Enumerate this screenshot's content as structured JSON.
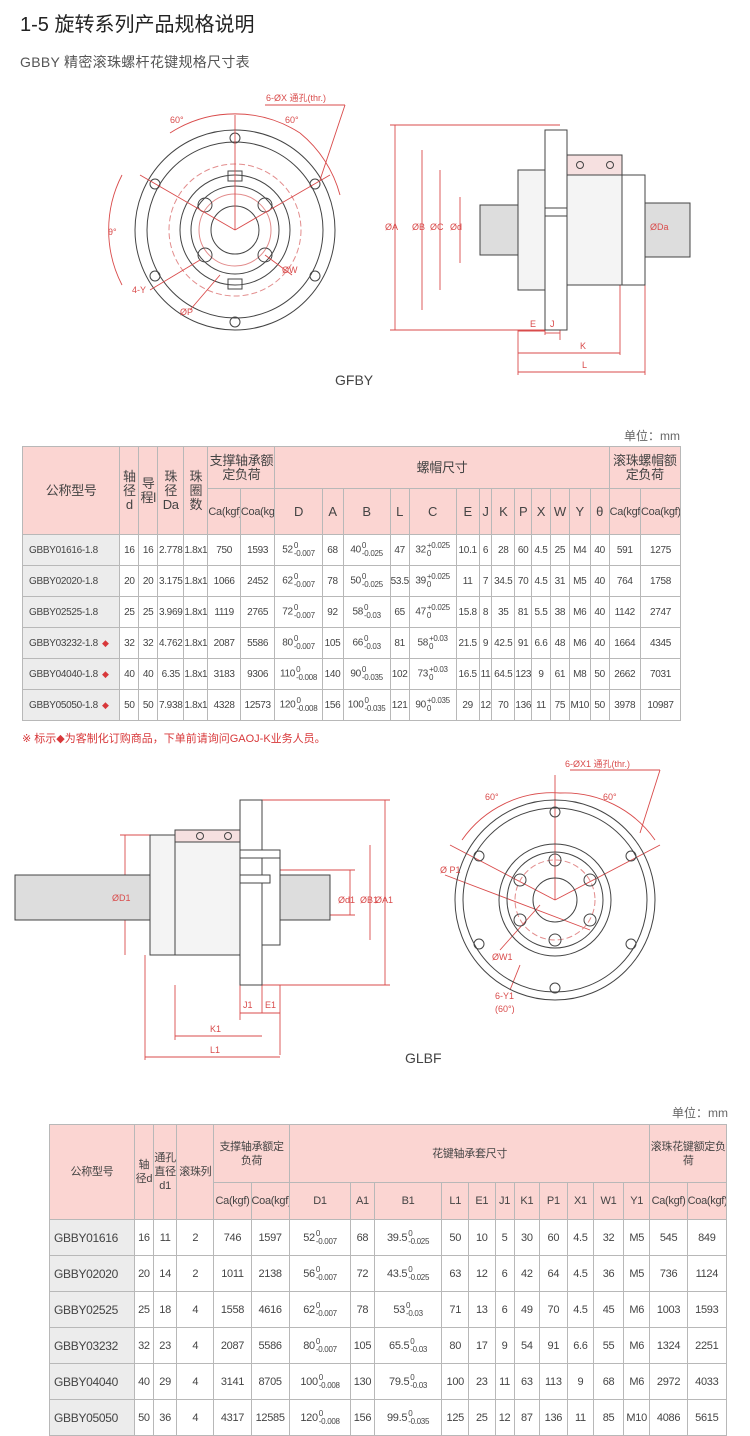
{
  "page": {
    "title": "1-5 旋转系列产品规格说明",
    "subtitle": "GBBY 精密滚珠螺杆花键规格尺寸表",
    "note": "※ 标示◆为客制化订购商品，下单前请询问GAOJ-K业务人员。",
    "custom_mark": "◆"
  },
  "drawing1": {
    "caption": "GFBY",
    "labels": {
      "hole": "6-ØX 通孔(thr.)",
      "angle_a": "60°",
      "angle_b": "60°",
      "theta": "θ°",
      "y": "4-Y",
      "p": "ØP",
      "w": "ØW",
      "a": "ØA",
      "b": "ØB",
      "c": "ØC",
      "d": "Ød",
      "da": "ØDa",
      "e": "E",
      "j": "J",
      "k": "K",
      "l": "L"
    }
  },
  "drawing2": {
    "caption": "GLBF",
    "labels": {
      "hole": "6-ØX1 通孔(thr.)",
      "angle_a": "60°",
      "angle_b": "60°",
      "p1": "Ø P1",
      "w1": "ØW1",
      "y1": "6-Y1",
      "y1_angle": "(60°)",
      "d1_outer": "ØD1",
      "d1": "Ød1",
      "b1": "ØB1",
      "a1": "ØA1",
      "j1": "J1",
      "e1": "E1",
      "k1": "K1",
      "l1": "L1"
    }
  },
  "table1": {
    "unit": "单位：mm",
    "headers": {
      "model": "公称型号",
      "shaft": "轴径d",
      "lead": "导程l",
      "ball": "珠径Da",
      "turns": "珠圈数",
      "support": "支撑轴承额定负荷",
      "nut": "螺帽尺寸",
      "rated": "滚珠螺帽额定负荷",
      "ca": "Ca(kgf)",
      "coa": "Coa(kgf)",
      "cols": [
        "D",
        "A",
        "B",
        "L",
        "C",
        "E",
        "J",
        "K",
        "P",
        "X",
        "W",
        "Y",
        "θ"
      ]
    },
    "rows": [
      {
        "model": "GBBY01616-1.8",
        "mark": "",
        "d": "16",
        "l": "16",
        "da": "2.778",
        "turns": "1.8x1",
        "ca1": "750",
        "coa1": "1593",
        "D": "52",
        "D_up": "0",
        "D_lo": "-0.007",
        "A": "68",
        "B": "40",
        "B_up": "0",
        "B_lo": "-0.025",
        "L": "47",
        "C": "32",
        "C_up": "+0.025",
        "C_lo": "0",
        "E": "10.1",
        "J": "6",
        "K": "28",
        "P": "60",
        "X": "4.5",
        "W": "25",
        "Y": "M4",
        "T": "40",
        "ca2": "591",
        "coa2": "1275"
      },
      {
        "model": "GBBY02020-1.8",
        "mark": "",
        "d": "20",
        "l": "20",
        "da": "3.175",
        "turns": "1.8x1",
        "ca1": "1066",
        "coa1": "2452",
        "D": "62",
        "D_up": "0",
        "D_lo": "-0.007",
        "A": "78",
        "B": "50",
        "B_up": "0",
        "B_lo": "-0.025",
        "L": "53.5",
        "C": "39",
        "C_up": "+0.025",
        "C_lo": "0",
        "E": "11",
        "J": "7",
        "K": "34.5",
        "P": "70",
        "X": "4.5",
        "W": "31",
        "Y": "M5",
        "T": "40",
        "ca2": "764",
        "coa2": "1758"
      },
      {
        "model": "GBBY02525-1.8",
        "mark": "",
        "d": "25",
        "l": "25",
        "da": "3.969",
        "turns": "1.8x1",
        "ca1": "1119",
        "coa1": "2765",
        "D": "72",
        "D_up": "0",
        "D_lo": "-0.007",
        "A": "92",
        "B": "58",
        "B_up": "0",
        "B_lo": "-0.03",
        "L": "65",
        "C": "47",
        "C_up": "+0.025",
        "C_lo": "0",
        "E": "15.8",
        "J": "8",
        "K": "35",
        "P": "81",
        "X": "5.5",
        "W": "38",
        "Y": "M6",
        "T": "40",
        "ca2": "1142",
        "coa2": "2747"
      },
      {
        "model": "GBBY03232-1.8",
        "mark": "◆",
        "d": "32",
        "l": "32",
        "da": "4.762",
        "turns": "1.8x1",
        "ca1": "2087",
        "coa1": "5586",
        "D": "80",
        "D_up": "0",
        "D_lo": "-0.007",
        "A": "105",
        "B": "66",
        "B_up": "0",
        "B_lo": "-0.03",
        "L": "81",
        "C": "58",
        "C_up": "+0.03",
        "C_lo": "0",
        "E": "21.5",
        "J": "9",
        "K": "42.5",
        "P": "91",
        "X": "6.6",
        "W": "48",
        "Y": "M6",
        "T": "40",
        "ca2": "1664",
        "coa2": "4345"
      },
      {
        "model": "GBBY04040-1.8",
        "mark": "◆",
        "d": "40",
        "l": "40",
        "da": "6.35",
        "turns": "1.8x1",
        "ca1": "3183",
        "coa1": "9306",
        "D": "110",
        "D_up": "0",
        "D_lo": "-0.008",
        "A": "140",
        "B": "90",
        "B_up": "0",
        "B_lo": "-0.035",
        "L": "102",
        "C": "73",
        "C_up": "+0.03",
        "C_lo": "0",
        "E": "16.5",
        "J": "11",
        "K": "64.5",
        "P": "123",
        "X": "9",
        "W": "61",
        "Y": "M8",
        "T": "50",
        "ca2": "2662",
        "coa2": "7031"
      },
      {
        "model": "GBBY05050-1.8",
        "mark": "◆",
        "d": "50",
        "l": "50",
        "da": "7.938",
        "turns": "1.8x1",
        "ca1": "4328",
        "coa1": "12573",
        "D": "120",
        "D_up": "0",
        "D_lo": "-0.008",
        "A": "156",
        "B": "100",
        "B_up": "0",
        "B_lo": "-0.035",
        "L": "121",
        "C": "90",
        "C_up": "+0.035",
        "C_lo": "0",
        "E": "29",
        "J": "12",
        "K": "70",
        "P": "136",
        "X": "11",
        "W": "75",
        "Y": "M10",
        "T": "50",
        "ca2": "3978",
        "coa2": "10987"
      }
    ]
  },
  "table2": {
    "unit": "单位：mm",
    "headers": {
      "model": "公称型号",
      "shaft": "轴径d",
      "bore": "通孔直径d1",
      "rows_col": "滚珠列",
      "support": "支撑轴承额定负荷",
      "sleeve": "花键轴承套尺寸",
      "rated": "滚珠花键额定负荷",
      "ca": "Ca(kgf)",
      "coa": "Coa(kgf)",
      "cols": [
        "D1",
        "A1",
        "B1",
        "L1",
        "E1",
        "J1",
        "K1",
        "P1",
        "X1",
        "W1",
        "Y1"
      ]
    },
    "rows": [
      {
        "model": "GBBY01616",
        "d": "16",
        "d1": "11",
        "n": "2",
        "ca1": "746",
        "coa1": "1597",
        "D1": "52",
        "D1_up": "0",
        "D1_lo": "-0.007",
        "A1": "68",
        "B1": "39.5",
        "B1_up": "0",
        "B1_lo": "-0.025",
        "L1": "50",
        "E1": "10",
        "J1": "5",
        "K1": "30",
        "P1": "60",
        "X1": "4.5",
        "W1": "32",
        "Y1": "M5",
        "ca2": "545",
        "coa2": "849"
      },
      {
        "model": "GBBY02020",
        "d": "20",
        "d1": "14",
        "n": "2",
        "ca1": "1011",
        "coa1": "2138",
        "D1": "56",
        "D1_up": "0",
        "D1_lo": "-0.007",
        "A1": "72",
        "B1": "43.5",
        "B1_up": "0",
        "B1_lo": "-0.025",
        "L1": "63",
        "E1": "12",
        "J1": "6",
        "K1": "42",
        "P1": "64",
        "X1": "4.5",
        "W1": "36",
        "Y1": "M5",
        "ca2": "736",
        "coa2": "1124"
      },
      {
        "model": "GBBY02525",
        "d": "25",
        "d1": "18",
        "n": "4",
        "ca1": "1558",
        "coa1": "4616",
        "D1": "62",
        "D1_up": "0",
        "D1_lo": "-0.007",
        "A1": "78",
        "B1": "53",
        "B1_up": "0",
        "B1_lo": "-0.03",
        "L1": "71",
        "E1": "13",
        "J1": "6",
        "K1": "49",
        "P1": "70",
        "X1": "4.5",
        "W1": "45",
        "Y1": "M6",
        "ca2": "1003",
        "coa2": "1593"
      },
      {
        "model": "GBBY03232",
        "d": "32",
        "d1": "23",
        "n": "4",
        "ca1": "2087",
        "coa1": "5586",
        "D1": "80",
        "D1_up": "0",
        "D1_lo": "-0.007",
        "A1": "105",
        "B1": "65.5",
        "B1_up": "0",
        "B1_lo": "-0.03",
        "L1": "80",
        "E1": "17",
        "J1": "9",
        "K1": "54",
        "P1": "91",
        "X1": "6.6",
        "W1": "55",
        "Y1": "M6",
        "ca2": "1324",
        "coa2": "2251"
      },
      {
        "model": "GBBY04040",
        "d": "40",
        "d1": "29",
        "n": "4",
        "ca1": "3141",
        "coa1": "8705",
        "D1": "100",
        "D1_up": "0",
        "D1_lo": "-0.008",
        "A1": "130",
        "B1": "79.5",
        "B1_up": "0",
        "B1_lo": "-0.03",
        "L1": "100",
        "E1": "23",
        "J1": "11",
        "K1": "63",
        "P1": "113",
        "X1": "9",
        "W1": "68",
        "Y1": "M6",
        "ca2": "2972",
        "coa2": "4033"
      },
      {
        "model": "GBBY05050",
        "d": "50",
        "d1": "36",
        "n": "4",
        "ca1": "4317",
        "coa1": "12585",
        "D1": "120",
        "D1_up": "0",
        "D1_lo": "-0.008",
        "A1": "156",
        "B1": "99.5",
        "B1_up": "0",
        "B1_lo": "-0.035",
        "L1": "125",
        "E1": "25",
        "J1": "12",
        "K1": "87",
        "P1": "136",
        "X1": "11",
        "W1": "85",
        "Y1": "M10",
        "ca2": "4086",
        "coa2": "5615"
      }
    ]
  }
}
